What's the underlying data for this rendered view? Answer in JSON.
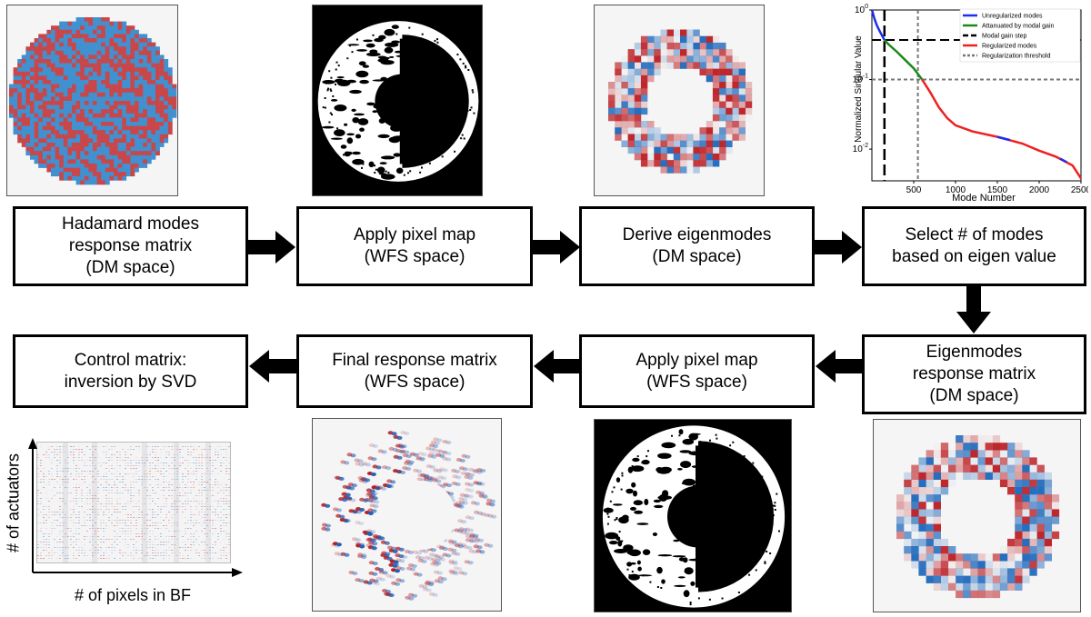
{
  "steps": {
    "hadamard": "Hadamard modes\nresponse matrix\n(DM space)",
    "apply_map_1": "Apply pixel map\n(WFS space)",
    "derive_eigen": "Derive eigenmodes\n(DM space)",
    "select_modes": "Select # of modes\nbased on eigen value",
    "eigen_response": "Eigenmodes\nresponse matrix\n(DM space)",
    "apply_map_2": "Apply pixel map\n(WFS space)",
    "final_response": "Final response matrix\n(WFS space)",
    "control_matrix": "Control matrix:\ninversion by SVD"
  },
  "matrix_axes": {
    "y_label": "# of actuators",
    "x_label": "# of pixels in BF"
  },
  "colors": {
    "red": "#c8474a",
    "blue": "#4190cf",
    "light_bg": "#f5f5f5",
    "unregularized": "#1f2df0",
    "attenuated": "#1a8a1a",
    "regularized": "#ee2020"
  },
  "chart_data": {
    "type": "line",
    "xlabel": "Mode Number",
    "ylabel": "Normalized Singular Value",
    "x_ticks": [
      "500",
      "1000",
      "1500",
      "2000",
      "2500"
    ],
    "y_ticks": [
      "10^0",
      "10^-1",
      "10^-2"
    ],
    "xlim": [
      0,
      2500
    ],
    "ylim": [
      0.0035,
      1.0
    ],
    "y_scale": "log",
    "legend_placement": "top-right",
    "legend": [
      {
        "label": "Unregularized modes",
        "color": "#1f2df0",
        "style": "solid"
      },
      {
        "label": "Attanuated by modal gain",
        "color": "#1a8a1a",
        "style": "solid"
      },
      {
        "label": "Modal gain step",
        "color": "#000000",
        "style": "dashed"
      },
      {
        "label": "Regularized modes",
        "color": "#ee2020",
        "style": "solid"
      },
      {
        "label": "Regularization threshold",
        "color": "#777777",
        "style": "dotted"
      }
    ],
    "curve": [
      [
        1,
        1.0
      ],
      [
        30,
        0.75
      ],
      [
        60,
        0.6
      ],
      [
        100,
        0.48
      ],
      [
        150,
        0.37
      ],
      [
        200,
        0.32
      ],
      [
        300,
        0.25
      ],
      [
        400,
        0.19
      ],
      [
        500,
        0.145
      ],
      [
        600,
        0.1
      ],
      [
        700,
        0.065
      ],
      [
        800,
        0.04
      ],
      [
        900,
        0.028
      ],
      [
        1000,
        0.022
      ],
      [
        1200,
        0.018
      ],
      [
        1500,
        0.015
      ],
      [
        1800,
        0.012
      ],
      [
        2000,
        0.0095
      ],
      [
        2200,
        0.0078
      ],
      [
        2400,
        0.0058
      ],
      [
        2500,
        0.0038
      ]
    ],
    "segments": [
      {
        "name": "Unregularized modes",
        "from": 1,
        "to": 150
      },
      {
        "name": "Attanuated by modal gain",
        "from": 150,
        "to": 600
      },
      {
        "name": "Regularized modes",
        "from": 600,
        "to": 2500
      }
    ],
    "modal_gain_step_x": 150,
    "regularization_threshold": {
      "x": 550,
      "y": 0.1
    },
    "horizontal_dashed_y": 0.37
  }
}
